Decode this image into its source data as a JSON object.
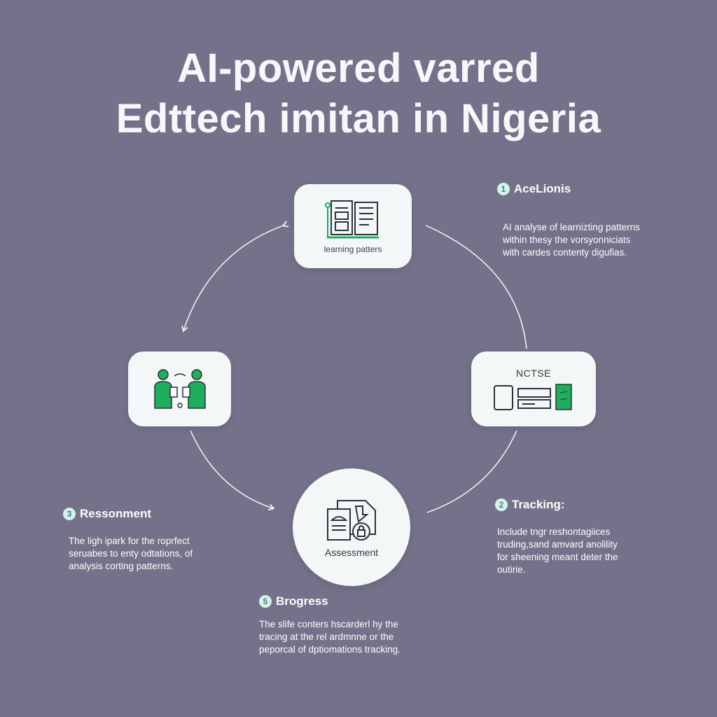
{
  "title": {
    "line1": "AI-powered varred",
    "line2": "Edttech imitan in Nigeria"
  },
  "nodes": {
    "top": {
      "caption": "learning patters",
      "icon": "book-document-icon"
    },
    "left": {
      "icon": "people-exchange-icon"
    },
    "right": {
      "label": "NCTSE",
      "icon": "cards-icon"
    },
    "bottom": {
      "caption": "Assessment",
      "icon": "assessment-lock-icon"
    }
  },
  "steps": {
    "s1": {
      "number": "1",
      "title": "AceLionis",
      "lines": [
        "AI analyse of learnizting patterns",
        "within thesy the vorsyonniciats",
        "with cardes contenty digufias."
      ]
    },
    "s2": {
      "number": "2",
      "title": "Tracking:",
      "lines": [
        "Include tngr reshontagiices",
        "truding,sand amvard anolility",
        "for sheening meant deter the",
        "outirie."
      ]
    },
    "s3": {
      "number": "3",
      "title": "Ressonment",
      "lines": [
        "The ligh ipark for the roprfect",
        "seruabes to enty odtations, of",
        "analysis corting patterns."
      ]
    },
    "s5": {
      "number": "5",
      "title": "Brogress",
      "lines": [
        "The slife conters hscarderl hy the",
        "tracing at the rel ardmnne or the",
        "peporcal of dptiomations tracking."
      ]
    }
  },
  "colors": {
    "background": "#74718a",
    "accent": "#1fae5b",
    "card": "#f4f7f7",
    "badge": "#d8f1ec"
  }
}
